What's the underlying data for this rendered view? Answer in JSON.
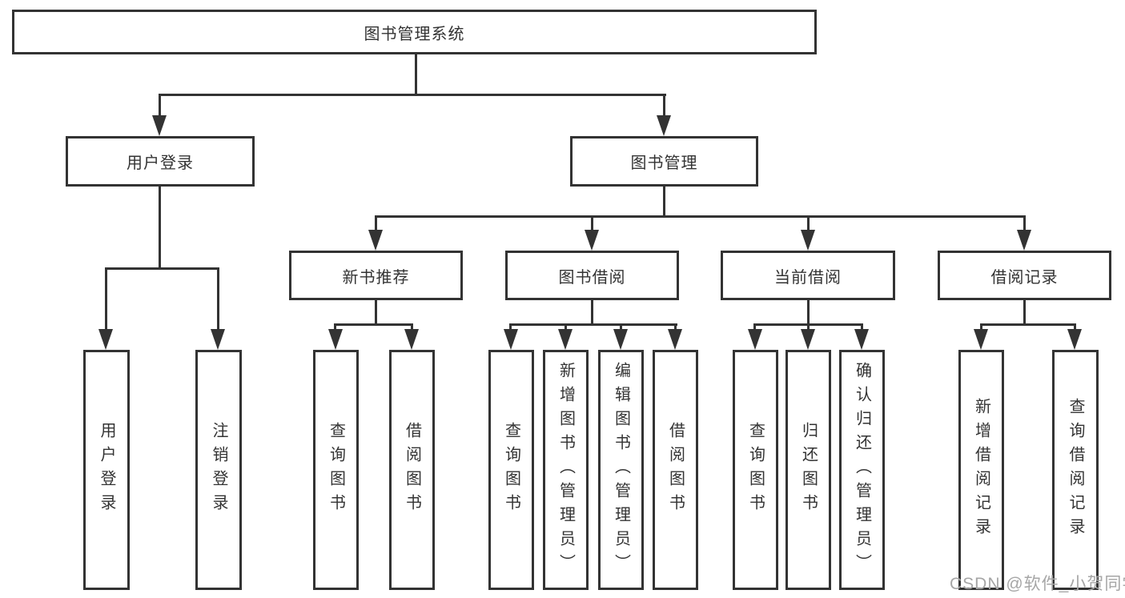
{
  "diagram": {
    "type": "tree",
    "tree": {
      "root": {
        "label": "图书管理系统",
        "children": [
          {
            "label": "用户登录",
            "children": [
              {
                "label": "用户登录"
              },
              {
                "label": "注销登录"
              }
            ]
          },
          {
            "label": "图书管理",
            "children": [
              {
                "label": "新书推荐",
                "children": [
                  {
                    "label": "查询图书"
                  },
                  {
                    "label": "借阅图书"
                  }
                ]
              },
              {
                "label": "图书借阅",
                "children": [
                  {
                    "label": "查询图书"
                  },
                  {
                    "label": "新增图书（管理员）"
                  },
                  {
                    "label": "编辑图书（管理员）"
                  },
                  {
                    "label": "借阅图书"
                  }
                ]
              },
              {
                "label": "当前借阅",
                "children": [
                  {
                    "label": "查询图书"
                  },
                  {
                    "label": "归还图书"
                  },
                  {
                    "label": "确认归还（管理员）"
                  }
                ]
              },
              {
                "label": "借阅记录",
                "children": [
                  {
                    "label": "新增借阅记录"
                  },
                  {
                    "label": "查询借阅记录"
                  }
                ]
              }
            ]
          }
        ]
      }
    },
    "colors": {
      "line": "#333333",
      "text": "#333333",
      "background": "#ffffff",
      "watermark": "#a6a6a6"
    }
  },
  "watermark": {
    "text": "CSDN @软件_小贺同学"
  }
}
